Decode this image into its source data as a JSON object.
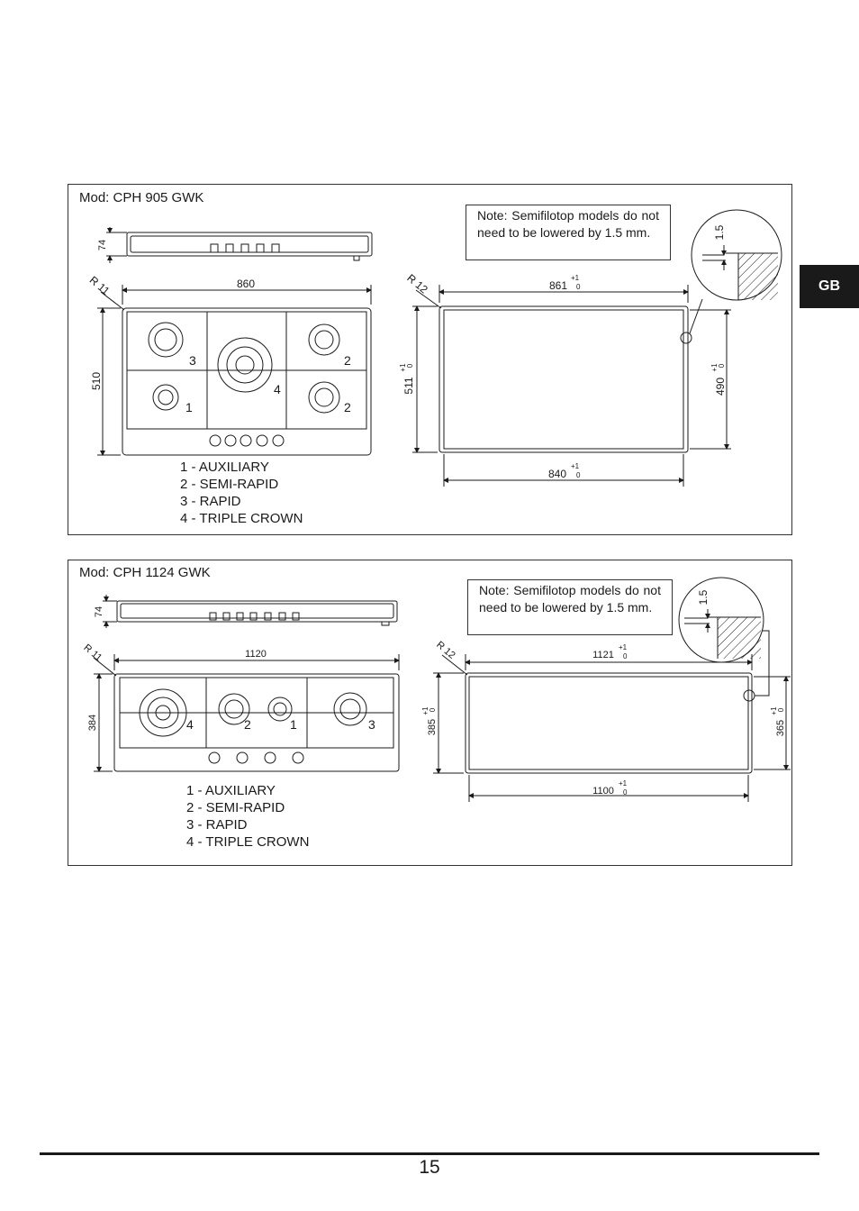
{
  "side_tab": {
    "label": "GB"
  },
  "page": {
    "number": "15"
  },
  "diagrams": [
    {
      "model": "Mod: CPH 905 GWK",
      "note": "Note: Semifilotop models do not need to be lowered by 1.5 mm.",
      "legend": [
        "1 - AUXILIARY",
        "2 - SEMI-RAPID",
        "3 - RAPID",
        "4 - TRIPLE CROWN"
      ],
      "dims": {
        "height": "74",
        "width": "860",
        "depth": "510",
        "radius_hob": "R 11",
        "radius_cut": "R 12",
        "cut_top": "861",
        "cut_bottom": "840",
        "cut_left": "511",
        "cut_right": "490",
        "detail": "1.5",
        "tol_plus": "+1",
        "tol_zero": "0"
      },
      "burner_labels": [
        "3",
        "1",
        "4",
        "2",
        "2"
      ]
    },
    {
      "model": "Mod: CPH 1124 GWK",
      "note": "Note: Semifilotop models do not need to be lowered by 1.5 mm.",
      "legend": [
        "1 - AUXILIARY",
        "2 - SEMI-RAPID",
        "3 - RAPID",
        "4 - TRIPLE CROWN"
      ],
      "dims": {
        "height": "74",
        "width": "1120",
        "depth": "384",
        "radius_hob": "R 11",
        "radius_cut": "R 12",
        "cut_top": "1121",
        "cut_bottom": "1100",
        "cut_left": "385",
        "cut_right": "365",
        "detail": "1.5",
        "tol_plus": "+1",
        "tol_zero": "0"
      },
      "burner_labels": [
        "4",
        "2",
        "1",
        "3"
      ]
    }
  ]
}
